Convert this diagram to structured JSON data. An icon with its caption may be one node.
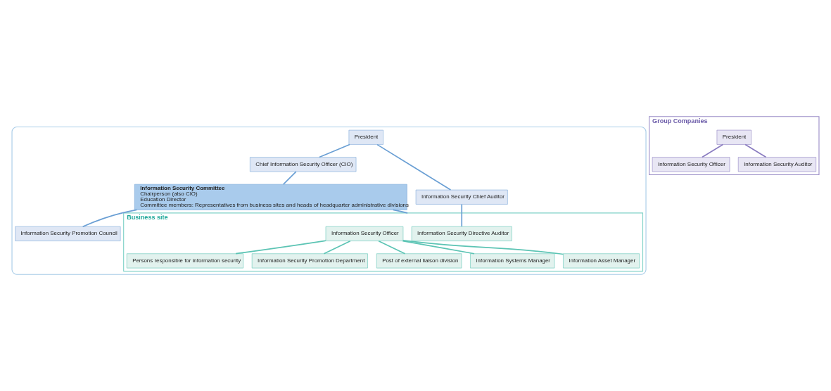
{
  "diagram": {
    "nodes": [
      {
        "text": [],
        "shape": "box"
      },
      {
        "text": [
          "President"
        ],
        "in": 0
      },
      {
        "text": [
          "Chief Information Security Officer (CIO)"
        ],
        "in": 0
      },
      {
        "text": [
          "Information Security Chief Auditor"
        ],
        "in": 0
      },
      {
        "text": [
          "Information Security Committee",
          "Chairperson (also CIO)",
          "Education Director",
          "Committee members: Representatives from business sites and heads of headquarter administrative divisions"
        ],
        "in": 0
      },
      {
        "text": [
          "Information Security Promotion Council"
        ],
        "in": 0
      },
      {
        "text": [
          "Business site"
        ],
        "in": 0
      },
      {
        "text": [
          "Information Security Directive Auditor"
        ],
        "in": 6
      },
      {
        "text": [
          "Information Security Officer"
        ],
        "in": 6
      },
      {
        "text": [
          "Persons responsible for information security"
        ],
        "in": 6
      },
      {
        "text": [
          "Information Security Promotion Department"
        ],
        "in": 6
      },
      {
        "text": [
          "Post of external liaison division"
        ],
        "in": 6
      },
      {
        "text": [
          "Information Systems Manager"
        ],
        "in": 6
      },
      {
        "text": [
          "Information Asset Manager"
        ],
        "in": 6
      },
      {
        "text": [
          "Group Companies"
        ]
      },
      {
        "text": [
          "President"
        ],
        "in": 14
      },
      {
        "text": [
          "Information Security Officer"
        ],
        "in": 14
      },
      {
        "text": [
          "Information Security Auditor"
        ],
        "in": 14
      }
    ],
    "edges": [
      {
        "from": 1,
        "to": 2,
        "arrow": "none"
      },
      {
        "from": 1,
        "to": 3,
        "arrow": "none"
      },
      {
        "from": 2,
        "to": 4,
        "arrow": "none"
      },
      {
        "from": 4,
        "to": 5,
        "arrow": "none"
      },
      {
        "from": 4,
        "to": 6,
        "arrow": "none"
      },
      {
        "from": 3,
        "to": 7,
        "arrow": "none"
      },
      {
        "from": 8,
        "to": 9,
        "arrow": "none",
        "color": "#5cc4b4"
      },
      {
        "from": 8,
        "to": 10,
        "arrow": "none",
        "color": "#5cc4b4"
      },
      {
        "from": 8,
        "to": 11,
        "arrow": "none",
        "color": "#5cc4b4"
      },
      {
        "from": 8,
        "to": 12,
        "arrow": "none",
        "color": "#5cc4b4"
      },
      {
        "from": 8,
        "to": 13,
        "arrow": "none",
        "color": "#5cc4b4"
      },
      {
        "from": 15,
        "to": 16,
        "arrow": "none",
        "color": "#8a7cc0"
      },
      {
        "from": 15,
        "to": 17,
        "arrow": "none",
        "color": "#8a7cc0"
      }
    ]
  }
}
